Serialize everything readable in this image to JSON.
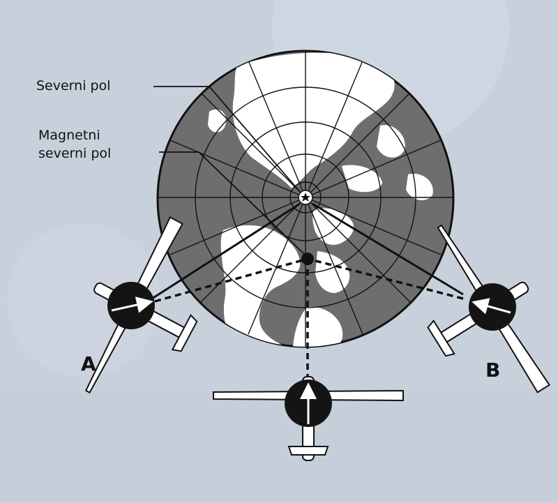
{
  "labels": {
    "true_north": "Severni pol",
    "magnetic_north_line1": "Magnetni",
    "magnetic_north_line2": "severni pol",
    "aircraft_a": "A",
    "aircraft_b": "B"
  },
  "colors": {
    "background": "#c8d0dc",
    "ocean": "#6e6e6e",
    "land": "#ffffff",
    "ink": "#111111",
    "compass": "#141414"
  },
  "icons": {
    "true_north_marker": "star-icon",
    "magnetic_north_marker": "dot-icon",
    "compass": "compass-icon"
  }
}
